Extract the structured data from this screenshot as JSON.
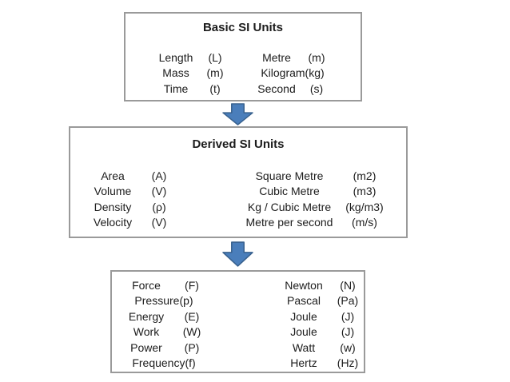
{
  "colors": {
    "arrow_fill": "#4a7ebb",
    "arrow_border": "#38618e",
    "box_border": "#9a9a9a",
    "text": "#1c1c1c",
    "background": "#ffffff"
  },
  "boxes": [
    {
      "title": "Basic SI Units",
      "rows": [
        {
          "name1": "Length",
          "sym1": "(L)",
          "name2": "Metre",
          "sym2": "(m)"
        },
        {
          "name1": "Mass",
          "sym1": "(m)",
          "name2": "Kilogram(kg)"
        },
        {
          "name1": "Time",
          "sym1": "(t)",
          "name2": "Second",
          "sym2": "(s)"
        }
      ]
    },
    {
      "title": "Derived SI Units",
      "rows": [
        {
          "name1": "Area",
          "sym1": "(A)",
          "name2": "Square Metre",
          "sym2": "(m2)"
        },
        {
          "name1": "Volume",
          "sym1": "(V)",
          "name2": "Cubic Metre",
          "sym2": "(m3)"
        },
        {
          "name1": "Density",
          "sym1": "(ρ)",
          "name2": "Kg / Cubic Metre",
          "sym2": "(kg/m3)"
        },
        {
          "name1": "Velocity",
          "sym1": "(V)",
          "name2": "Metre per second",
          "sym2": "(m/s)"
        }
      ]
    },
    {
      "rows": [
        {
          "name1": "Force",
          "sym1": "(F)",
          "name2": "Newton",
          "sym2": "(N)"
        },
        {
          "name1": "Pressure(p)",
          "name2": "Pascal",
          "sym2": "(Pa)"
        },
        {
          "name1": "Energy",
          "sym1": "(E)",
          "name2": "Joule",
          "sym2": "(J)"
        },
        {
          "name1": "Work",
          "sym1": "(W)",
          "name2": "Joule",
          "sym2": "(J)"
        },
        {
          "name1": "Power",
          "sym1": "(P)",
          "name2": "Watt",
          "sym2": "(w)"
        },
        {
          "name1": "Frequency(f)",
          "name2": "Hertz",
          "sym2": "(Hz)"
        }
      ]
    }
  ]
}
